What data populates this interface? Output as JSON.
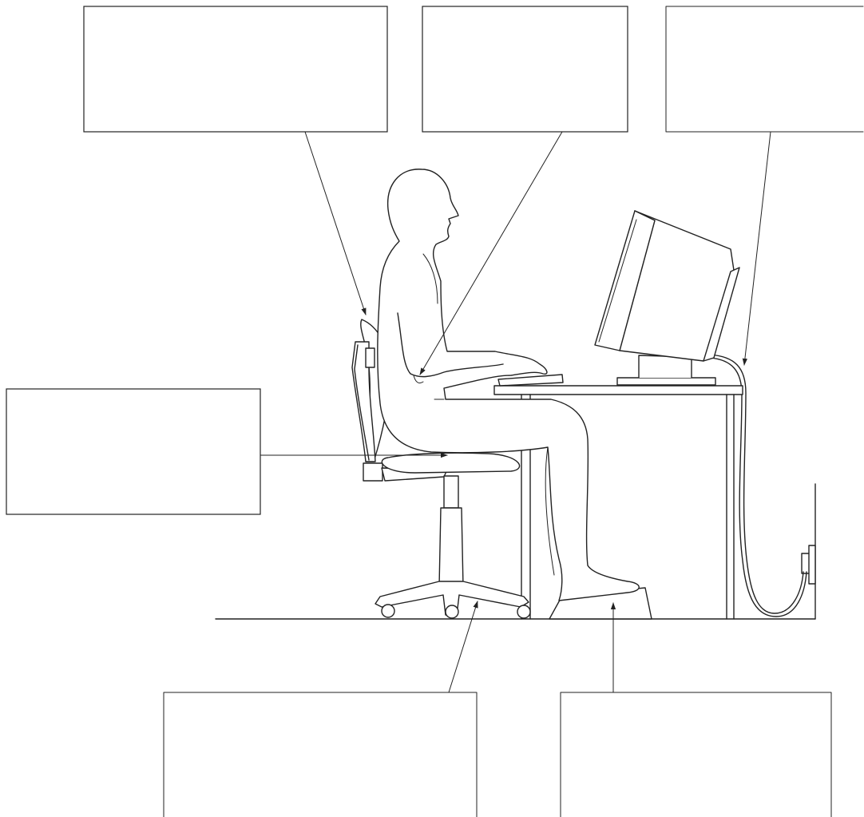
{
  "diagram": {
    "label_boxes": [
      {
        "id": "backrest",
        "text": ""
      },
      {
        "id": "arm",
        "text": ""
      },
      {
        "id": "cable",
        "text": ""
      },
      {
        "id": "seat",
        "text": ""
      },
      {
        "id": "chair-base",
        "text": ""
      },
      {
        "id": "footrest",
        "text": ""
      }
    ]
  }
}
